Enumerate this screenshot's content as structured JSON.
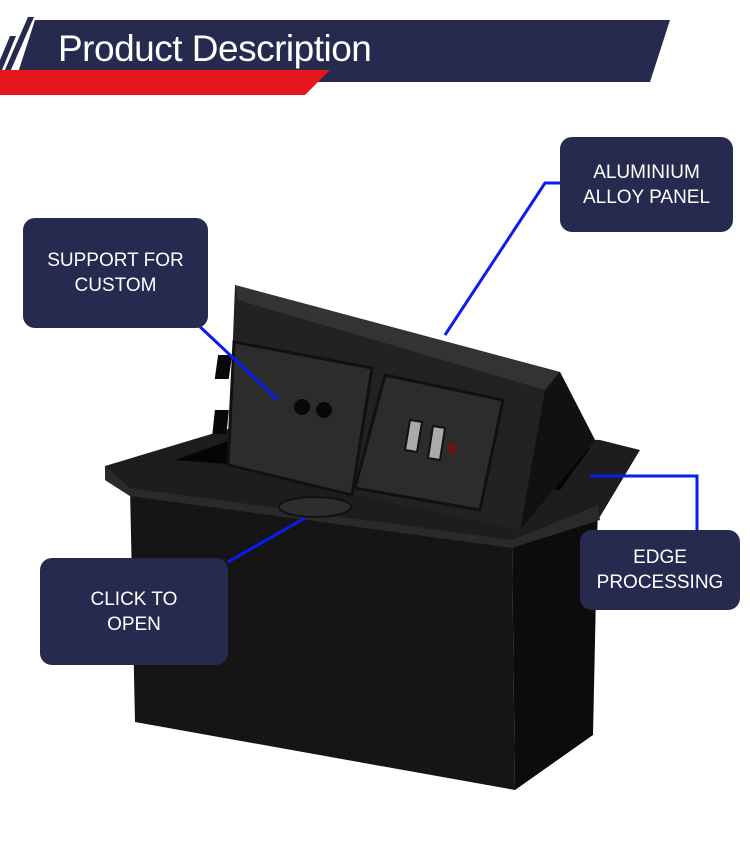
{
  "header": {
    "title": "Product Description"
  },
  "callouts": {
    "custom": {
      "line1": "SUPPORT FOR",
      "line2": "CUSTOM"
    },
    "panel": {
      "line1": "ALUMINIUM",
      "line2": "ALLOY PANEL"
    },
    "open": {
      "line1": "CLICK TO",
      "line2": "OPEN"
    },
    "edge": {
      "line1": "EDGE",
      "line2": "PROCESSING"
    }
  },
  "colors": {
    "navy": "#252a4e",
    "red": "#e5171d",
    "leader": "#0a1cf0"
  }
}
